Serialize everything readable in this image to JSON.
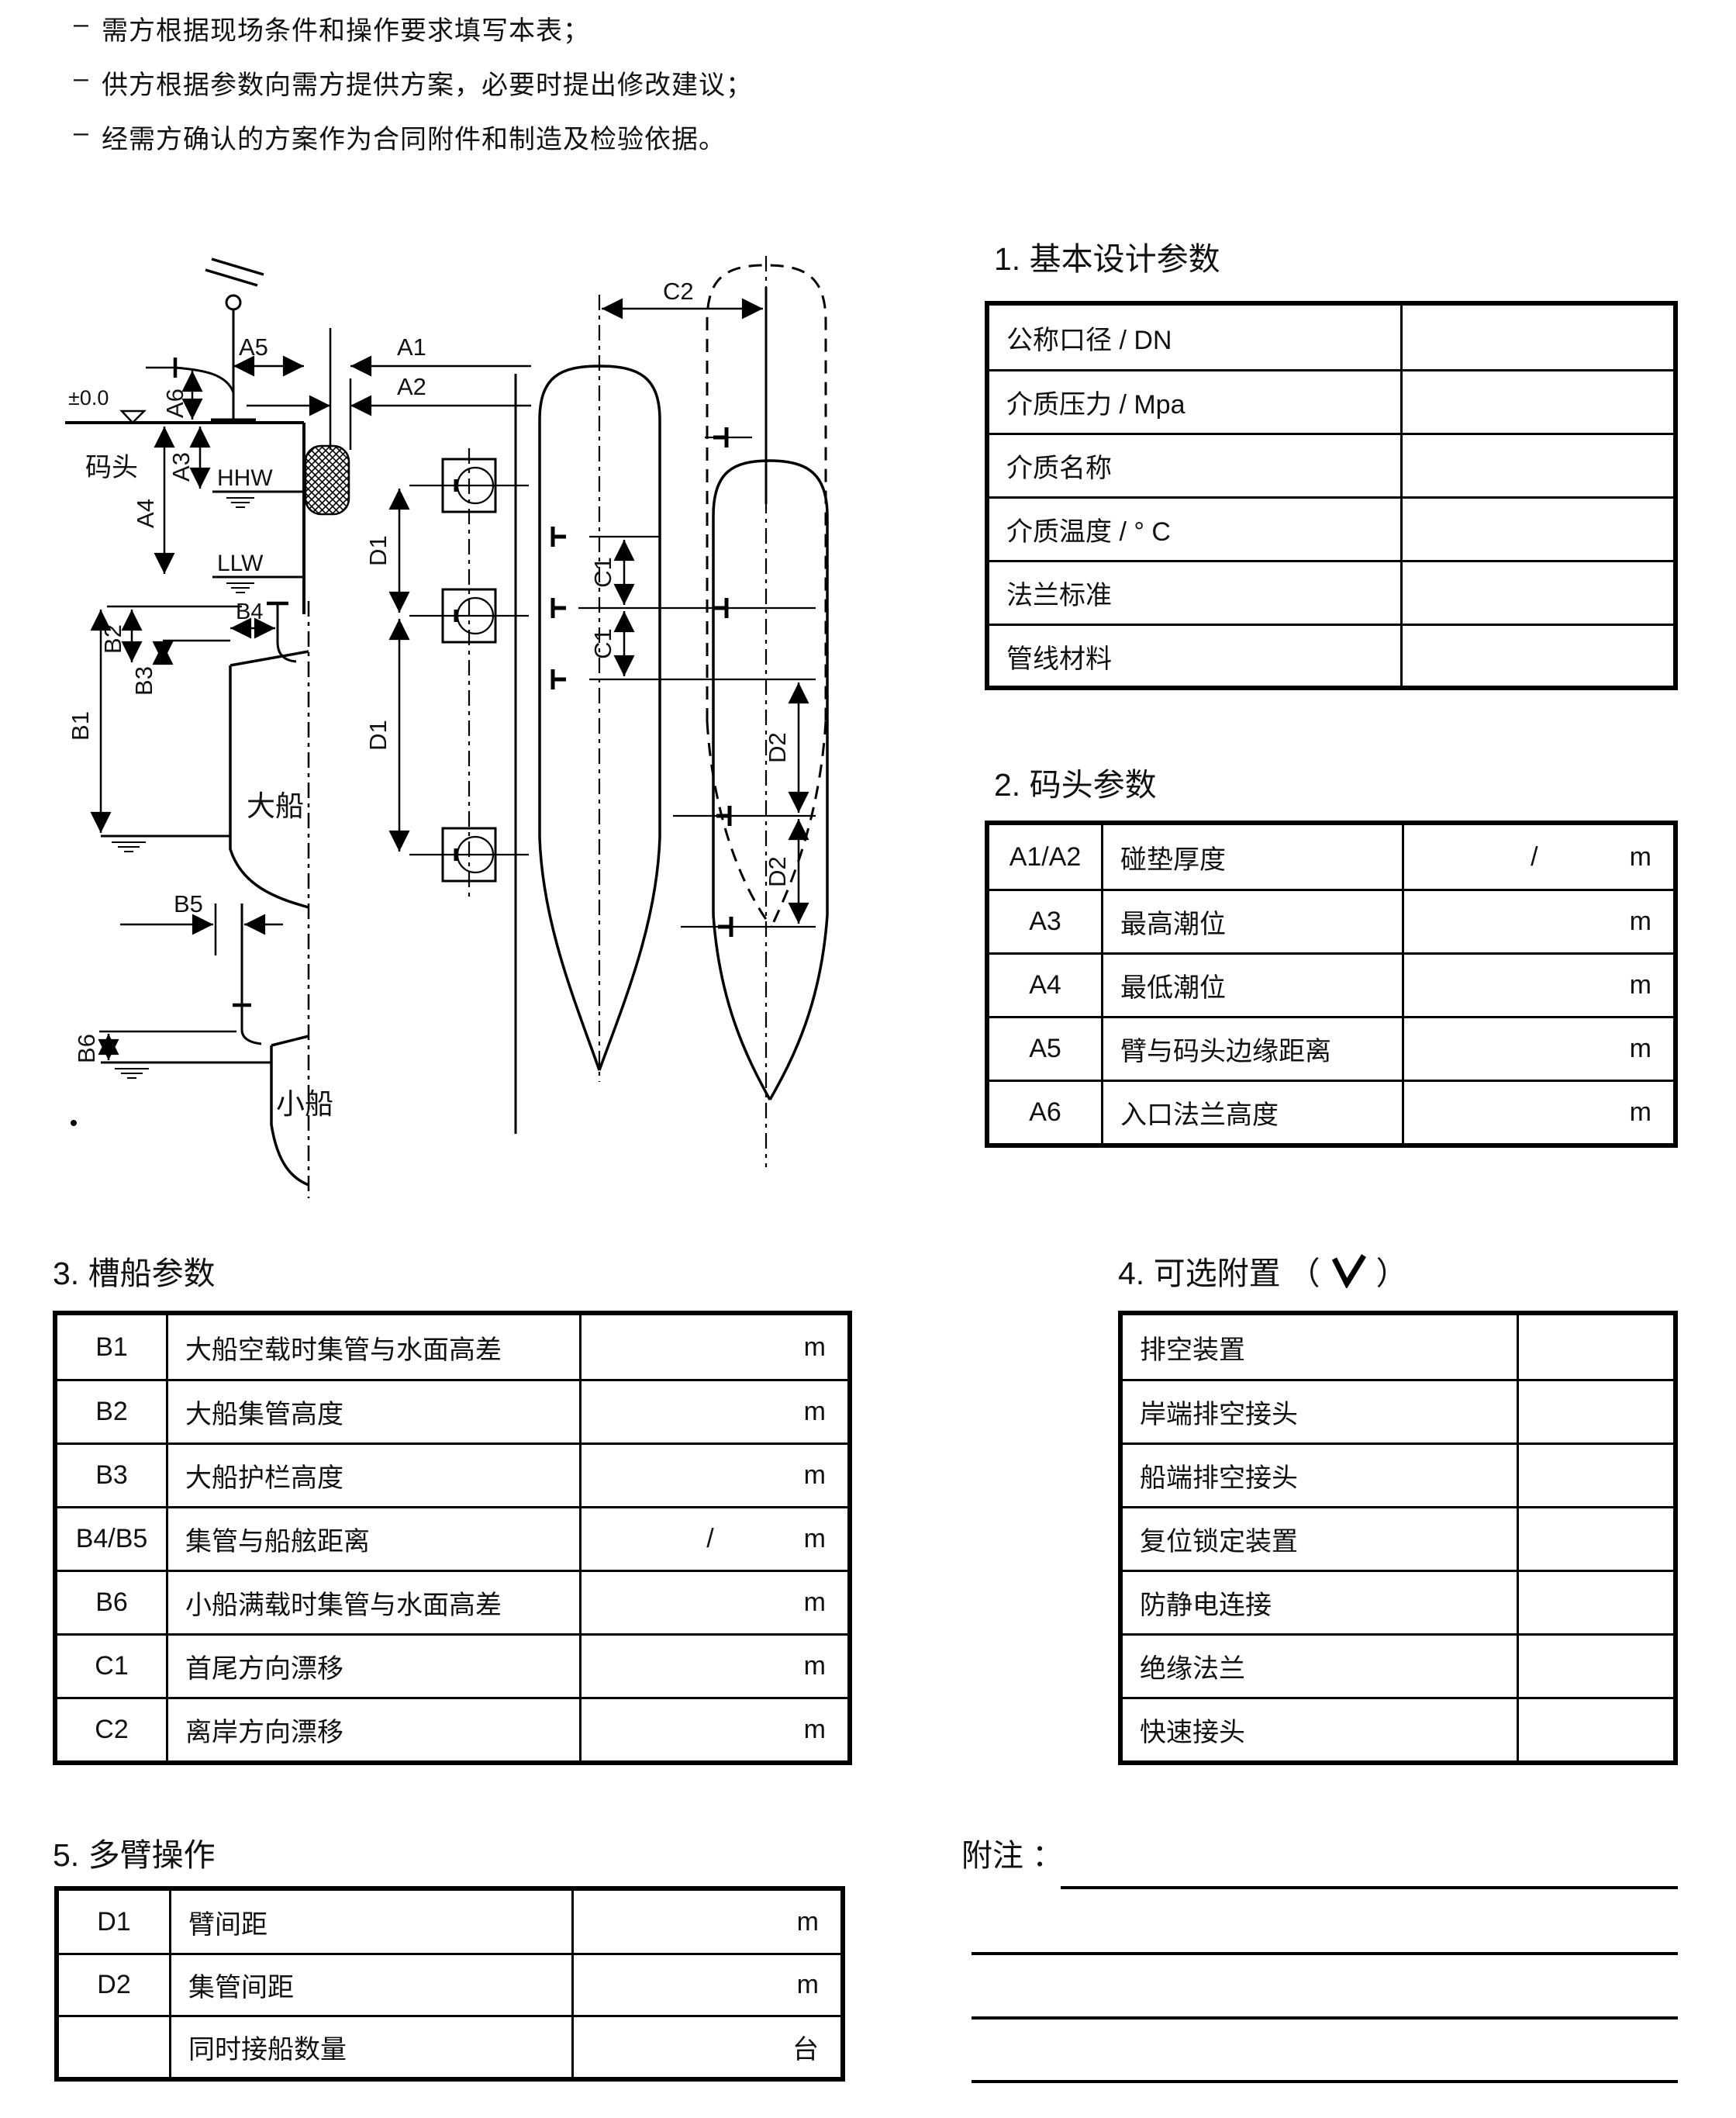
{
  "bullets": [
    {
      "dash": "–",
      "text": "需方根据现场条件和操作要求填写本表；"
    },
    {
      "dash": "–",
      "text": "供方根据参数向需方提供方案，必要时提出修改建议；"
    },
    {
      "dash": "–",
      "text": "经需方确认的方案作为合同附件和制造及检验依据。"
    }
  ],
  "sections": {
    "s1": {
      "title": "1. 基本设计参数",
      "rows": [
        {
          "name": "公称口径 / DN"
        },
        {
          "name": "介质压力 / Mpa"
        },
        {
          "name": "介质名称"
        },
        {
          "name": "介质温度 / ° C"
        },
        {
          "name": "法兰标准"
        },
        {
          "name": "管线材料"
        }
      ]
    },
    "s2": {
      "title": "2. 码头参数",
      "rows": [
        {
          "code": "A1/A2",
          "name": "碰垫厚度",
          "slash": "/",
          "unit": "m"
        },
        {
          "code": "A3",
          "name": "最高潮位",
          "unit": "m"
        },
        {
          "code": "A4",
          "name": "最低潮位",
          "unit": "m"
        },
        {
          "code": "A5",
          "name": "臂与码头边缘距离",
          "unit": "m"
        },
        {
          "code": "A6",
          "name": "入口法兰高度",
          "unit": "m"
        }
      ]
    },
    "s3": {
      "title": "3. 槽船参数",
      "rows": [
        {
          "code": "B1",
          "name": "大船空载时集管与水面高差",
          "unit": "m"
        },
        {
          "code": "B2",
          "name": "大船集管高度",
          "unit": "m"
        },
        {
          "code": "B3",
          "name": "大船护栏高度",
          "unit": "m"
        },
        {
          "code": "B4/B5",
          "name": "集管与船舷距离",
          "slash": "/",
          "unit": "m"
        },
        {
          "code": "B6",
          "name": "小船满载时集管与水面高差",
          "unit": "m"
        },
        {
          "code": "C1",
          "name": "首尾方向漂移",
          "unit": "m"
        },
        {
          "code": "C2",
          "name": "离岸方向漂移",
          "unit": "m"
        }
      ]
    },
    "s4": {
      "title_prefix": "4. 可选附置",
      "paren_open": "（",
      "paren_close": "）",
      "rows": [
        {
          "name": "排空装置"
        },
        {
          "name": "岸端排空接头"
        },
        {
          "name": "船端排空接头"
        },
        {
          "name": "复位锁定装置"
        },
        {
          "name": "防静电连接"
        },
        {
          "name": "绝缘法兰"
        },
        {
          "name": "快速接头"
        }
      ]
    },
    "s5": {
      "title": "5. 多臂操作",
      "rows": [
        {
          "code": "D1",
          "name": "臂间距",
          "unit": "m"
        },
        {
          "code": "D2",
          "name": "集管间距",
          "unit": "m"
        },
        {
          "code": "",
          "name": "同时接船数量",
          "unit": "台"
        }
      ]
    }
  },
  "remarks": {
    "label": "附注 ："
  },
  "diagram": {
    "datum": "±0.0",
    "dock_label": "码头",
    "hhw": "HHW",
    "llw": "LLW",
    "big_ship": "大船",
    "small_ship": "小船",
    "dims": {
      "a1": "A1",
      "a2": "A2",
      "a3": "A3",
      "a4": "A4",
      "a5": "A5",
      "a6": "A6",
      "b1": "B1",
      "b2": "B2",
      "b3": "B3",
      "b4": "B4",
      "b5": "B5",
      "b6": "B6",
      "c1": "C1",
      "c2": "C2",
      "d1": "D1",
      "d2": "D2"
    },
    "line_color": "#000000"
  }
}
